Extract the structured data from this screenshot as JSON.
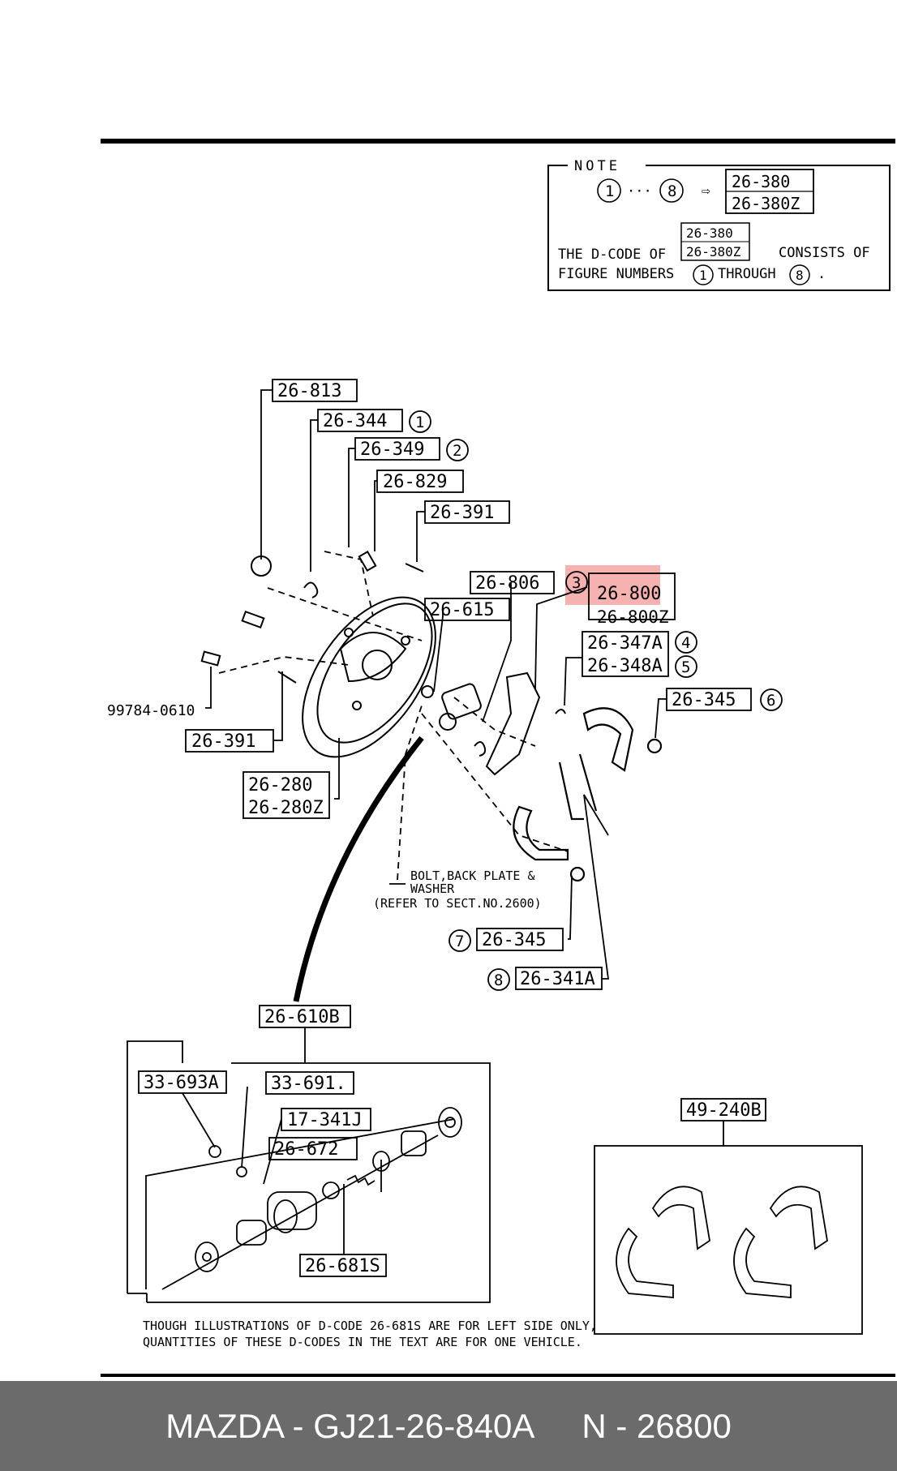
{
  "note": {
    "title": "NOTE",
    "range_start": "1",
    "range_sep": "···",
    "range_end": "8",
    "arrow": "⇨",
    "code_a": "26-380",
    "code_b": "26-380Z",
    "line1_prefix": "THE D-CODE OF",
    "line1_suffix": "CONSISTS OF",
    "line2_prefix": "FIGURE NUMBERS",
    "line2_mid": "THROUGH",
    "line2_end": "."
  },
  "labels": {
    "l26_813": "26-813",
    "l26_344": "26-344",
    "l26_349": "26-349",
    "l26_829": "26-829",
    "l26_391_top": "26-391",
    "l26_806": "26-806",
    "l26_800": "26-800",
    "l26_800z": "26-800Z",
    "l26_615": "26-615",
    "l26_347a": "26-347A",
    "l26_348a": "26-348A",
    "l26_345_right": "26-345",
    "l99784": "99784-0610",
    "l26_391_left": "26-391",
    "l26_280": "26-280",
    "l26_280z": "26-280Z",
    "bolt_line1": "BOLT,BACK PLATE &",
    "bolt_line2": "WASHER",
    "bolt_line3": "(REFER TO SECT.NO.2600)",
    "l26_345_bottom": "26-345",
    "l26_341a": "26-341A",
    "l26_610b": "26-610B",
    "l33_693a": "33-693A",
    "l33_691": "33-691.",
    "l17_341j": "17-341J",
    "l26_672": "26-672",
    "l26_681s": "26-681S",
    "l49_240b": "49-240B"
  },
  "numbers": {
    "n1": "1",
    "n2": "2",
    "n3": "3",
    "n4": "4",
    "n5": "5",
    "n6": "6",
    "n7": "7",
    "n8": "8"
  },
  "footnote": {
    "line1": "THOUGH ILLUSTRATIONS OF D-CODE 26-681S ARE FOR LEFT SIDE ONLY,",
    "line2": "QUANTITIES OF THESE D-CODES IN THE TEXT ARE FOR ONE VEHICLE."
  },
  "footer": {
    "part": "MAZDA - GJ21-26-840A",
    "section": "N - 26800"
  },
  "colors": {
    "highlight": "#f5a3a3",
    "footer_bg": "#6b6b6b"
  }
}
